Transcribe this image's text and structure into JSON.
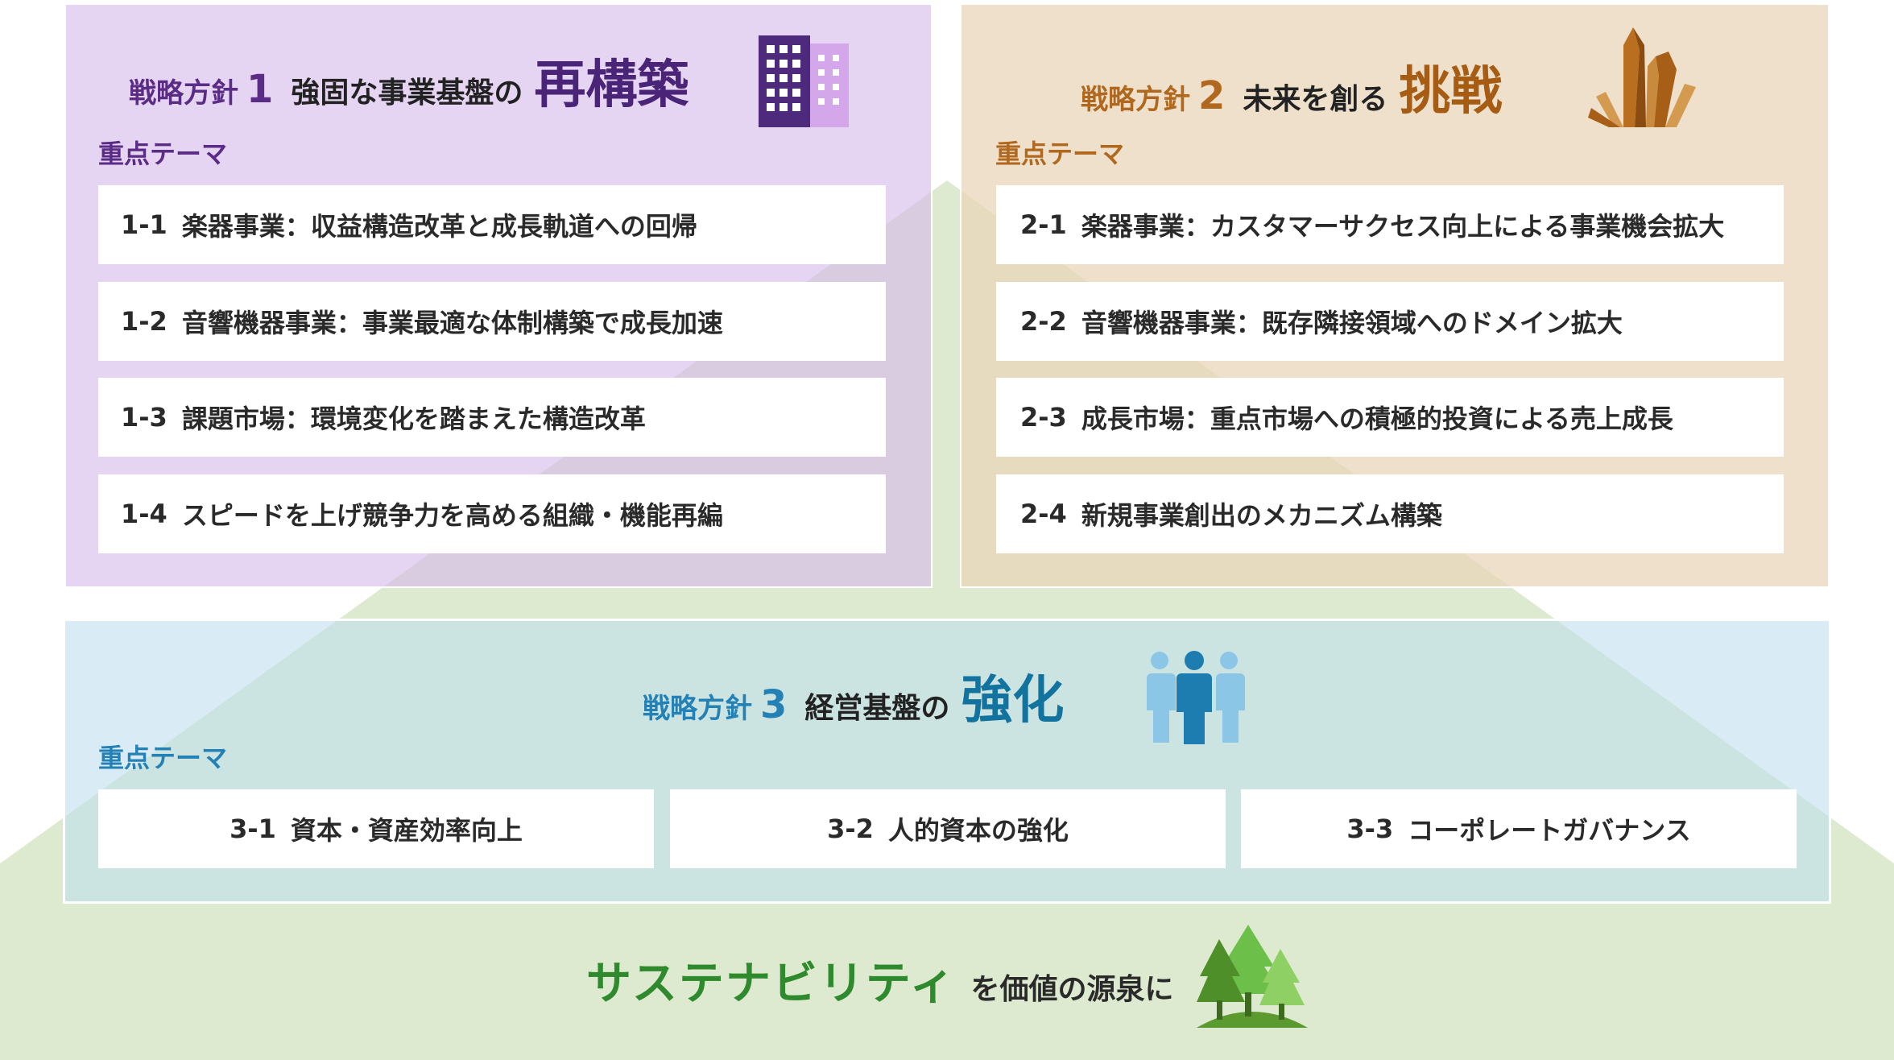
{
  "colors": {
    "policy1": "#5a2c86",
    "policy2": "#b0681e",
    "policy3": "#2381b5",
    "sustainability": "#2e8a2c"
  },
  "policy1": {
    "prefix": "戦略方針",
    "number": "1",
    "subtitle": "強固な事業基盤の",
    "keyword": "再構築",
    "icon": "building-icon",
    "theme_label": "重点テーマ",
    "items": [
      {
        "code": "1-1",
        "text": "楽器事業：収益構造改革と成長軌道への回帰"
      },
      {
        "code": "1-2",
        "text": "音響機器事業：事業最適な体制構築で成長加速"
      },
      {
        "code": "1-3",
        "text": "課題市場：環境変化を踏まえた構造改革"
      },
      {
        "code": "1-4",
        "text": "スピードを上げ競争力を高める組織・機能再編"
      }
    ]
  },
  "policy2": {
    "prefix": "戦略方針",
    "number": "2",
    "subtitle": "未来を創る",
    "keyword": "挑戦",
    "icon": "crystal-icon",
    "theme_label": "重点テーマ",
    "items": [
      {
        "code": "2-1",
        "text": "楽器事業：カスタマーサクセス向上による事業機会拡大"
      },
      {
        "code": "2-2",
        "text": "音響機器事業：既存隣接領域へのドメイン拡大"
      },
      {
        "code": "2-3",
        "text": "成長市場：重点市場への積極的投資による売上成長"
      },
      {
        "code": "2-4",
        "text": "新規事業創出のメカニズム構築"
      }
    ]
  },
  "policy3": {
    "prefix": "戦略方針",
    "number": "3",
    "subtitle": "経営基盤の",
    "keyword": "強化",
    "icon": "people-icon",
    "theme_label": "重点テーマ",
    "items": [
      {
        "code": "3-1",
        "text": "資本・資産効率向上"
      },
      {
        "code": "3-2",
        "text": "人的資本の強化"
      },
      {
        "code": "3-3",
        "text": "コーポレートガバナンス"
      }
    ]
  },
  "foundation": {
    "main": "サステナビリティ",
    "sub": "を価値の源泉に",
    "icon": "forest-icon"
  }
}
